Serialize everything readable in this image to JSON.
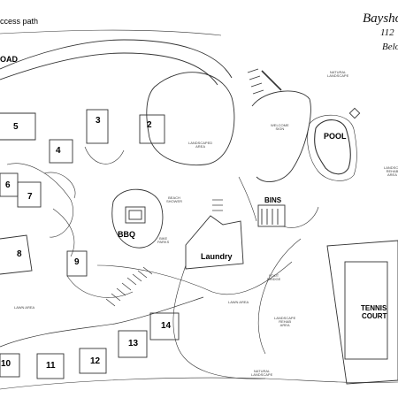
{
  "header": {
    "access_path": "ccess path",
    "road": "OAD",
    "brand": "Baysho",
    "address_line1": "112",
    "address_line2": "Belo"
  },
  "units": {
    "u1": "10",
    "u2": "11",
    "u3": "12",
    "u4": "13",
    "u5": "14",
    "u6": "3",
    "u7": "2",
    "u8": "4",
    "u9": "5",
    "u10": "6",
    "u11": "7",
    "u12": "8",
    "u13": "9"
  },
  "facilities": {
    "pool": "POOL",
    "bbq": "BBQ",
    "laundry": "Laundry",
    "bins": "BINS",
    "tennis_line1": "TENNIS",
    "tennis_line2": "COURT"
  },
  "areas": {
    "natural_landscape_top": "NATURAL\nLANDSCAPE",
    "welcome_sign": "WELCOME\nSIGN",
    "landscaped_area": "LANDSCAPED\nAREA",
    "landscape_rehab_right": "LANDSCA\nREHAB\nAREA",
    "beach_shower": "BEACH\nSHOWER",
    "bike_parks": "BIKE\nPARKS",
    "foot_bridge": "FOOT\nBRIDGE",
    "lawn_area_center": "LAWN AREA",
    "lawn_area_left": "LAWN AREA",
    "landscape_rehab_center": "LANDSCAPE\nREHAB\nAREA",
    "natural_landscape_bottom": "NATURAL\nLANDSCAPE"
  },
  "colors": {
    "ink": "#000000",
    "paper": "#ffffff",
    "line": "#333333"
  }
}
